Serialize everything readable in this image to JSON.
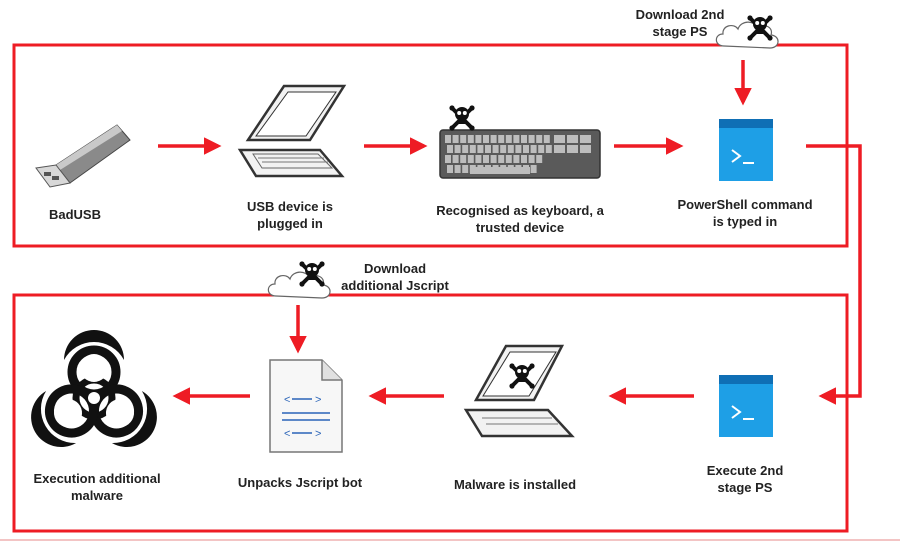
{
  "colors": {
    "flow": "#ee1c24",
    "ps_tile": "#1e9fe6",
    "icon_outline": "#333333",
    "keyboard": "#4a4a4a"
  },
  "top_row": {
    "badusb": {
      "icon": "usb-stick-icon",
      "label": [
        "BadUSB"
      ]
    },
    "plugged": {
      "icon": "laptop-icon",
      "label": [
        "USB device is",
        "plugged in"
      ]
    },
    "keyboard": {
      "icon": "keyboard-icon",
      "label": [
        "Recognised as keyboard, a",
        "trusted device"
      ]
    },
    "powershell": {
      "icon": "powershell-icon",
      "label": [
        "PowerShell command",
        "is typed in"
      ]
    }
  },
  "bottom_row": {
    "execute": {
      "icon": "powershell-icon",
      "label": [
        "Execute 2nd",
        "stage PS"
      ]
    },
    "installed": {
      "icon": "infected-laptop-icon",
      "label": [
        "Malware is installed"
      ]
    },
    "unpacks": {
      "icon": "script-file-icon",
      "label": [
        "Unpacks Jscript bot"
      ]
    },
    "execution": {
      "icon": "biohazard-icon",
      "label": [
        "Execution additional",
        "malware"
      ]
    }
  },
  "downloads": {
    "second_stage": {
      "icon": "cloud-skull-icon",
      "label": [
        "Download 2nd",
        "stage PS"
      ]
    },
    "jscript": {
      "icon": "cloud-skull-icon",
      "label": [
        "Download",
        "additional Jscript"
      ]
    }
  }
}
